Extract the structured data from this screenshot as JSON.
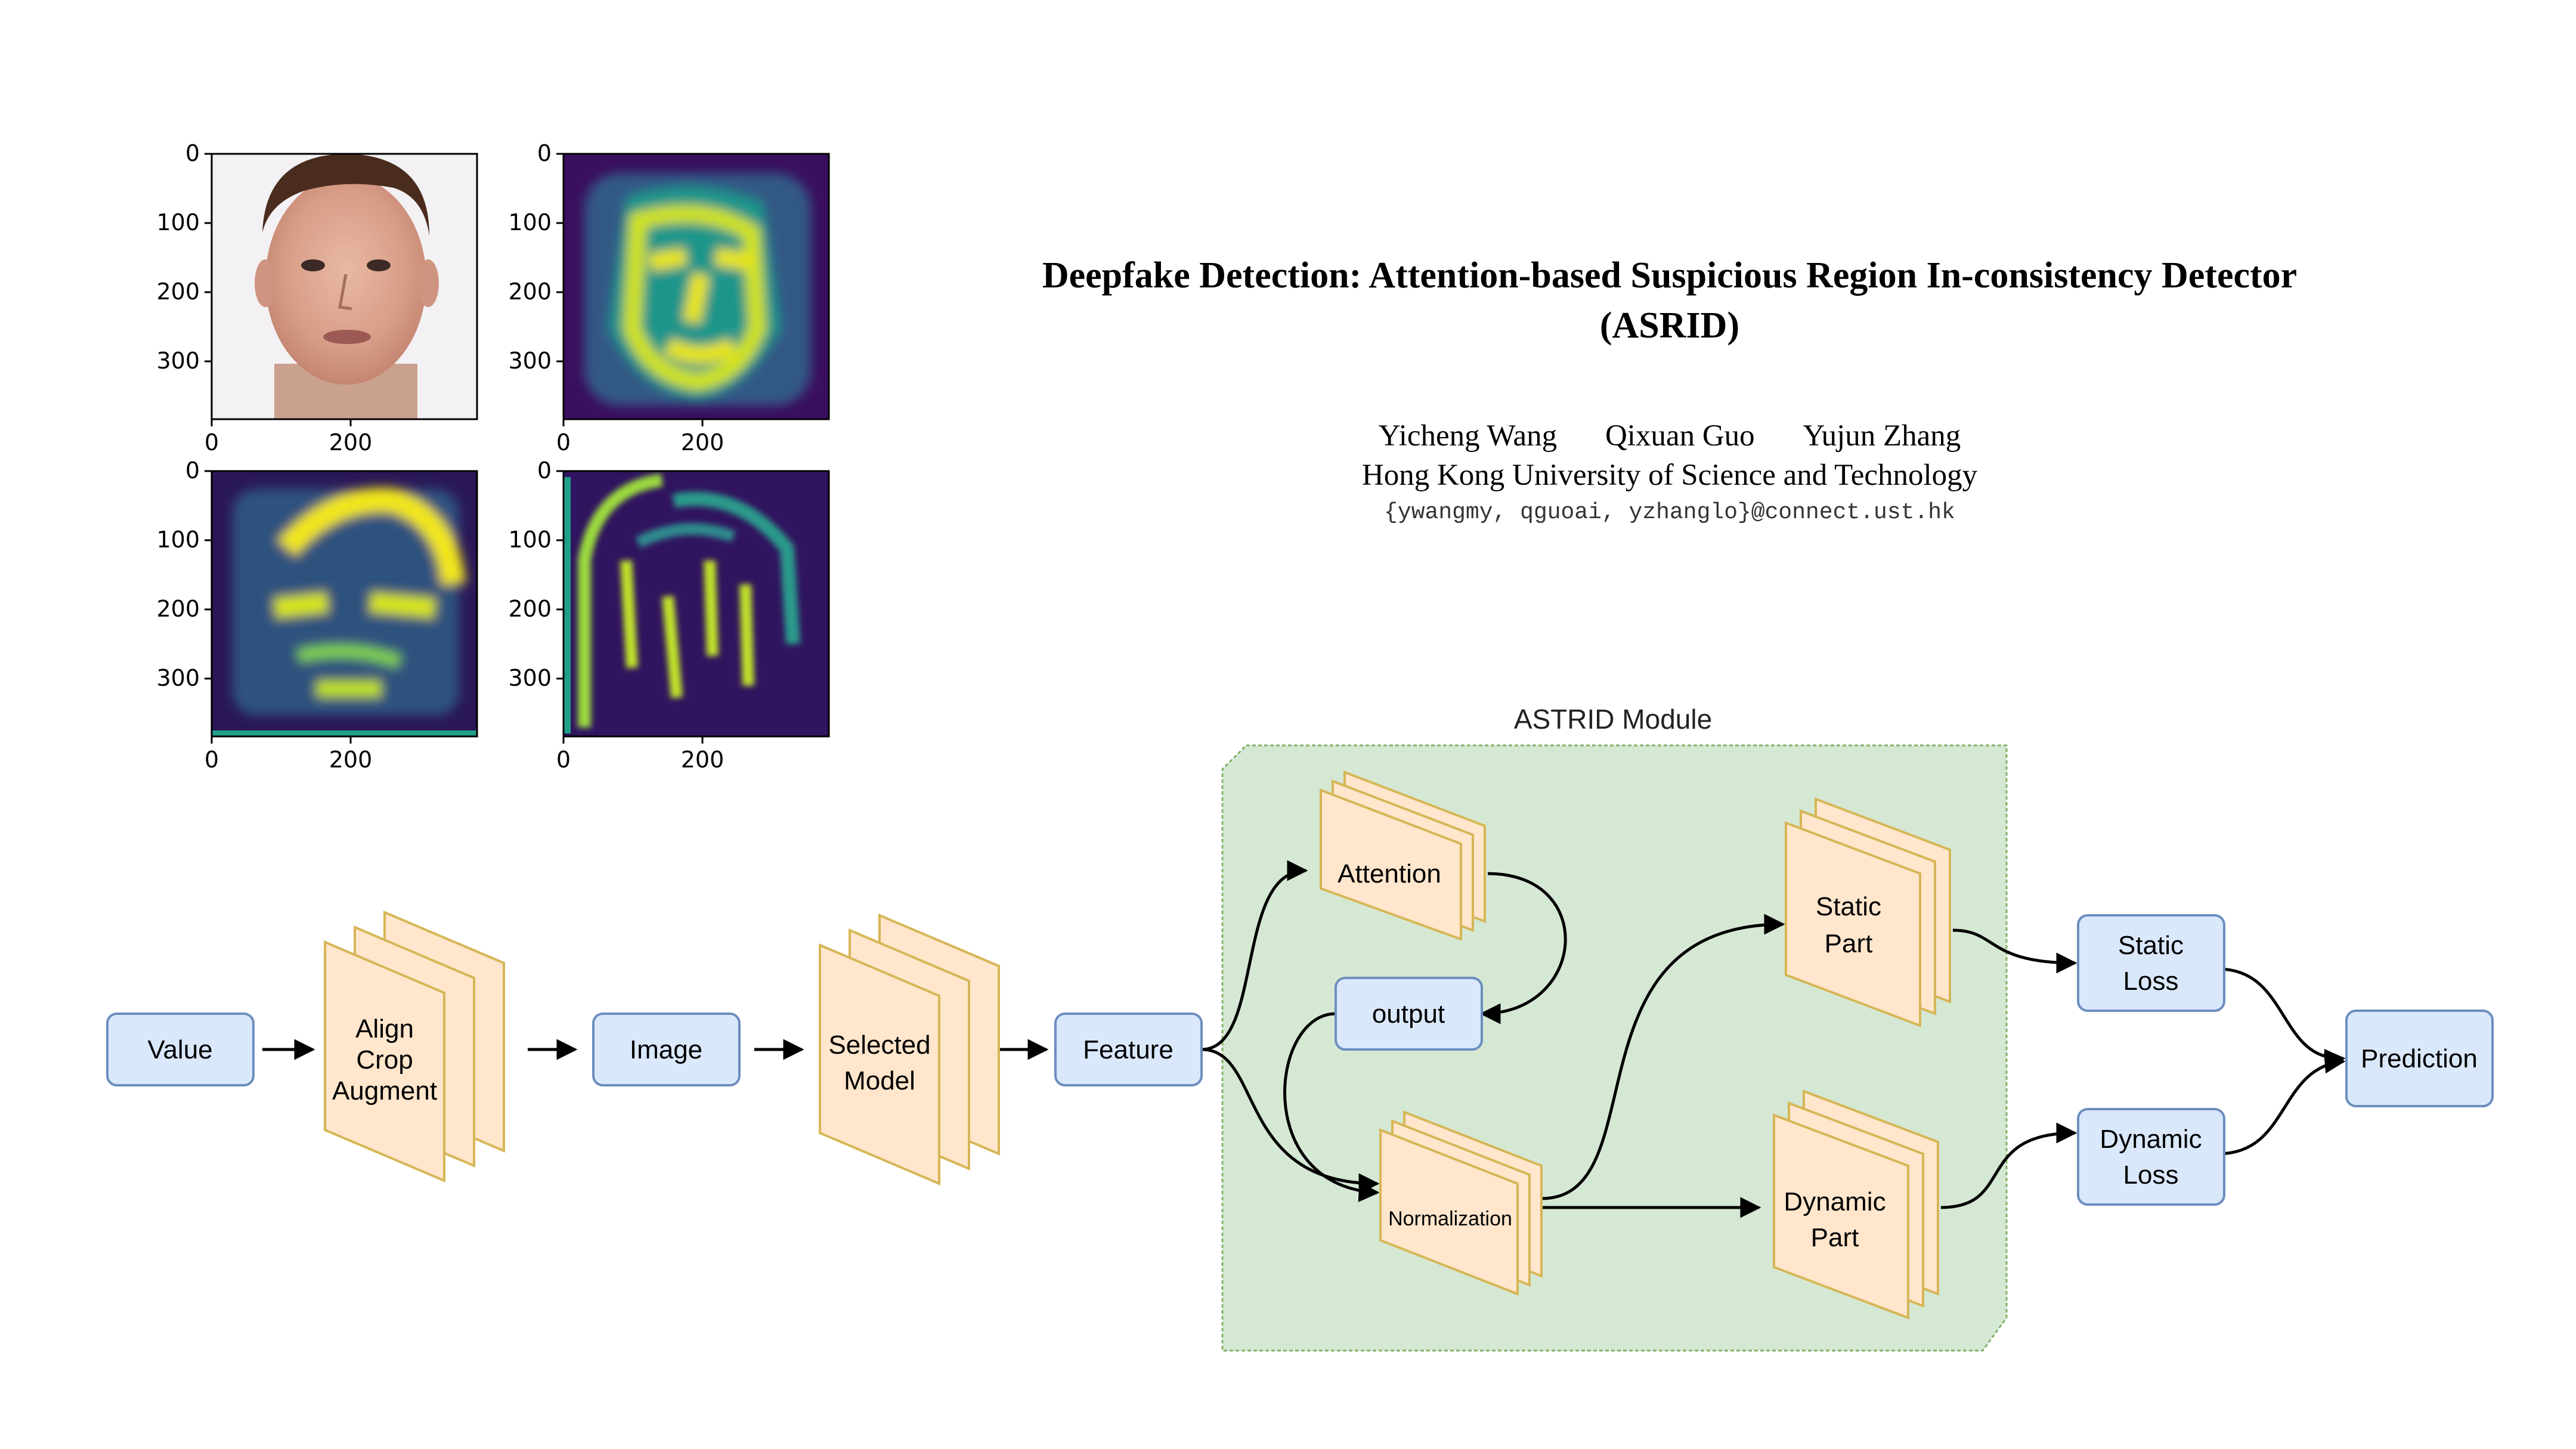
{
  "paper": {
    "title_line1": "Deepfake Detection: Attention-based Suspicious Region In-consistency Detector",
    "title_line2": "(ASRID)",
    "authors": [
      "Yicheng Wang",
      "Qixuan Guo",
      "Yujun Zhang"
    ],
    "affiliation": "Hong Kong University of Science and Technology",
    "email": "{ywangmy, qguoai, yzhanglo}@connect.ust.hk"
  },
  "figure_grid": {
    "y_ticks": [
      "0",
      "100",
      "200",
      "300"
    ],
    "x_ticks": [
      "0",
      "200"
    ],
    "panels": [
      "face-photo",
      "attention-map-1",
      "attention-map-2",
      "attention-map-3"
    ]
  },
  "diagram": {
    "module_title": "ASTRID Module",
    "nodes": {
      "value": "Value",
      "align": [
        "Align",
        "Crop",
        "Augment"
      ],
      "image": "Image",
      "selected": [
        "Selected",
        "Model"
      ],
      "feature": "Feature",
      "attention": "Attention",
      "output": "output",
      "normalization": "Normalization",
      "static_part": [
        "Static",
        "Part"
      ],
      "dynamic_part": [
        "Dynamic",
        "Part"
      ],
      "static_loss": [
        "Static",
        "Loss"
      ],
      "dynamic_loss": [
        "Dynamic",
        "Loss"
      ],
      "prediction": "Prediction"
    },
    "colors": {
      "blue_fill": "#dae8fc",
      "blue_stroke": "#6c8ebf",
      "orange_fill": "#ffe6cc",
      "orange_stroke": "#d6b656",
      "green_fill": "#d5e8d4",
      "green_stroke": "#82b366"
    }
  }
}
